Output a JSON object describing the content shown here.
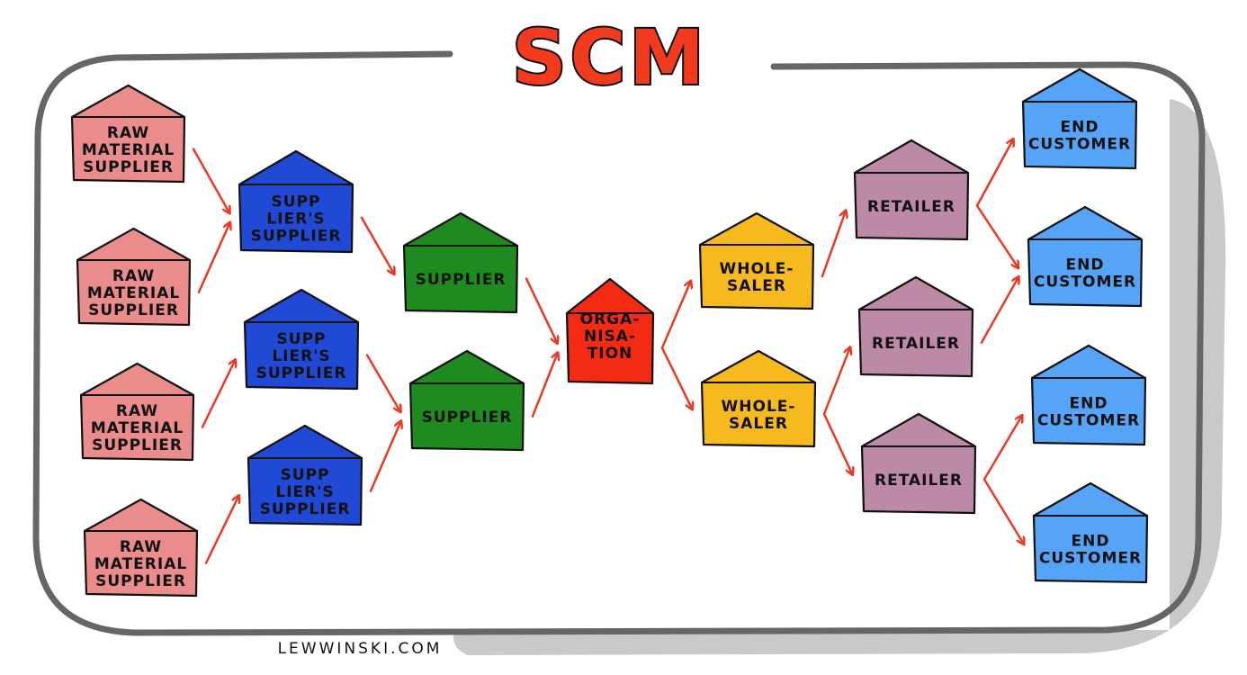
{
  "title": "SCM",
  "credit": "LEWWINSKI.COM",
  "colors": {
    "title": "#f23a1f",
    "frame": "#666666",
    "arrow": "#ea3a22",
    "raw_material": "#ea8c8c",
    "suppliers_supplier": "#2049d6",
    "supplier": "#1f8a1f",
    "organisation": "#f42a12",
    "wholesaler": "#f6b91e",
    "retailer": "#bc8aa6",
    "end_customer": "#55a4f7"
  },
  "nodes": [
    {
      "id": "raw1",
      "kind": "raw_material",
      "lines": [
        "RAW",
        "MATERIAL",
        "SUPPLIER"
      ]
    },
    {
      "id": "raw2",
      "kind": "raw_material",
      "lines": [
        "RAW",
        "MATERIAL",
        "SUPPLIER"
      ]
    },
    {
      "id": "raw3",
      "kind": "raw_material",
      "lines": [
        "RAW",
        "MATERIAL",
        "SUPPLIER"
      ]
    },
    {
      "id": "raw4",
      "kind": "raw_material",
      "lines": [
        "RAW",
        "MATERIAL",
        "SUPPLIER"
      ]
    },
    {
      "id": "ss1",
      "kind": "suppliers_supplier",
      "lines": [
        "SUPP",
        "LIER'S",
        "SUPPLIER"
      ]
    },
    {
      "id": "ss2",
      "kind": "suppliers_supplier",
      "lines": [
        "SUPP",
        "LIER'S",
        "SUPPLIER"
      ]
    },
    {
      "id": "ss3",
      "kind": "suppliers_supplier",
      "lines": [
        "SUPP",
        "LIER'S",
        "SUPPLIER"
      ]
    },
    {
      "id": "sup1",
      "kind": "supplier",
      "lines": [
        "SUPPLIER"
      ]
    },
    {
      "id": "sup2",
      "kind": "supplier",
      "lines": [
        "SUPPLIER"
      ]
    },
    {
      "id": "org",
      "kind": "organisation",
      "lines": [
        "ORGA-",
        "NISA-",
        "TION"
      ]
    },
    {
      "id": "ws1",
      "kind": "wholesaler",
      "lines": [
        "WHOLE-",
        "SALER"
      ]
    },
    {
      "id": "ws2",
      "kind": "wholesaler",
      "lines": [
        "WHOLE-",
        "SALER"
      ]
    },
    {
      "id": "ret1",
      "kind": "retailer",
      "lines": [
        "RETAILER"
      ]
    },
    {
      "id": "ret2",
      "kind": "retailer",
      "lines": [
        "RETAILER"
      ]
    },
    {
      "id": "ret3",
      "kind": "retailer",
      "lines": [
        "RETAILER"
      ]
    },
    {
      "id": "ec1",
      "kind": "end_customer",
      "lines": [
        "END",
        "CUSTOMER"
      ]
    },
    {
      "id": "ec2",
      "kind": "end_customer",
      "lines": [
        "END",
        "CUSTOMER"
      ]
    },
    {
      "id": "ec3",
      "kind": "end_customer",
      "lines": [
        "END",
        "CUSTOMER"
      ]
    },
    {
      "id": "ec4",
      "kind": "end_customer",
      "lines": [
        "END",
        "CUSTOMER"
      ]
    }
  ],
  "edges": [
    [
      "raw1",
      "ss1"
    ],
    [
      "raw2",
      "ss1"
    ],
    [
      "raw3",
      "ss2"
    ],
    [
      "raw4",
      "ss3"
    ],
    [
      "ss1",
      "sup1"
    ],
    [
      "ss2",
      "sup2"
    ],
    [
      "ss3",
      "sup2"
    ],
    [
      "sup1",
      "org"
    ],
    [
      "sup2",
      "org"
    ],
    [
      "org",
      "ws1"
    ],
    [
      "org",
      "ws2"
    ],
    [
      "ws1",
      "ret1"
    ],
    [
      "ws2",
      "ret2"
    ],
    [
      "ws2",
      "ret3"
    ],
    [
      "ret1",
      "ec1"
    ],
    [
      "ret1",
      "ec2"
    ],
    [
      "ret2",
      "ec2"
    ],
    [
      "ret3",
      "ec3"
    ],
    [
      "ret3",
      "ec4"
    ]
  ]
}
